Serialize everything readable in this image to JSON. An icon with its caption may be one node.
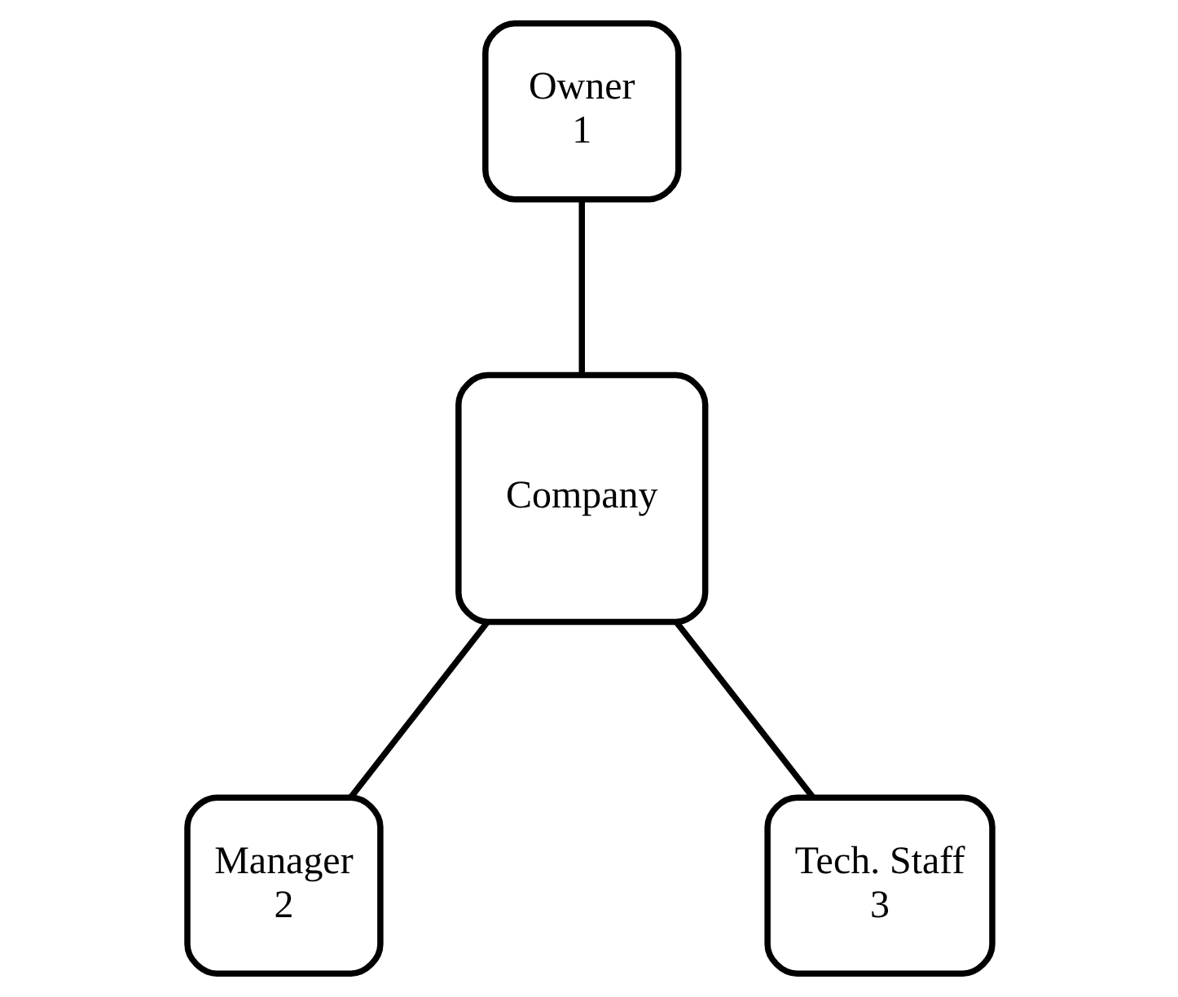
{
  "diagram": {
    "nodes": [
      {
        "text": [
          "Owner",
          "1"
        ]
      },
      {
        "text": [
          "Company"
        ]
      },
      {
        "text": [
          "Manager",
          "2"
        ]
      },
      {
        "text": [
          "Tech. Staff",
          "3"
        ]
      }
    ],
    "edges": [
      {
        "from": 0,
        "to": 1,
        "arrow": "none"
      },
      {
        "from": 1,
        "to": 2,
        "arrow": "none"
      },
      {
        "from": 1,
        "to": 3,
        "arrow": "none"
      }
    ]
  }
}
